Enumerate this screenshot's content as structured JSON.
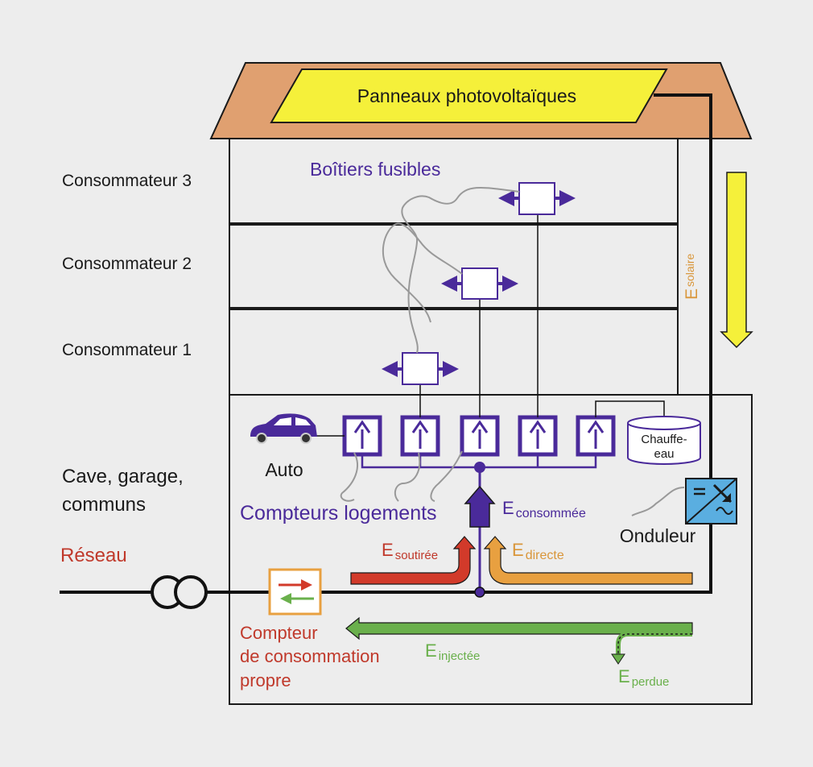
{
  "roof": {
    "panel_label": "Panneaux photovoltaïques"
  },
  "floors": {
    "consumer3": "Consommateur 3",
    "consumer2": "Consommateur 2",
    "consumer1": "Consommateur 1",
    "basement_line1": "Cave, garage,",
    "basement_line2": "communs"
  },
  "labels": {
    "fuse_boxes": "Boîtiers fusibles",
    "meters": "Compteurs logements",
    "car": "Auto",
    "heater_line1": "Chauffe-",
    "heater_line2": "eau",
    "inverter": "Onduleur",
    "grid": "Réseau",
    "own_meter_line1": "Compteur",
    "own_meter_line2": "de consommation",
    "own_meter_line3": "propre"
  },
  "energy": {
    "E": "E",
    "solar": "solaire",
    "consumed": "consommée",
    "drawn": "soutirée",
    "direct": "directe",
    "injected": "injectée",
    "lost": "perdue"
  },
  "colors": {
    "background": "#ededed",
    "roof": "#e0a070",
    "panel": "#f5f03a",
    "purple": "#4a2a9a",
    "red": "#d23a2a",
    "orange": "#e8a040",
    "green": "#6ab04c",
    "inverter": "#5aaee0"
  }
}
